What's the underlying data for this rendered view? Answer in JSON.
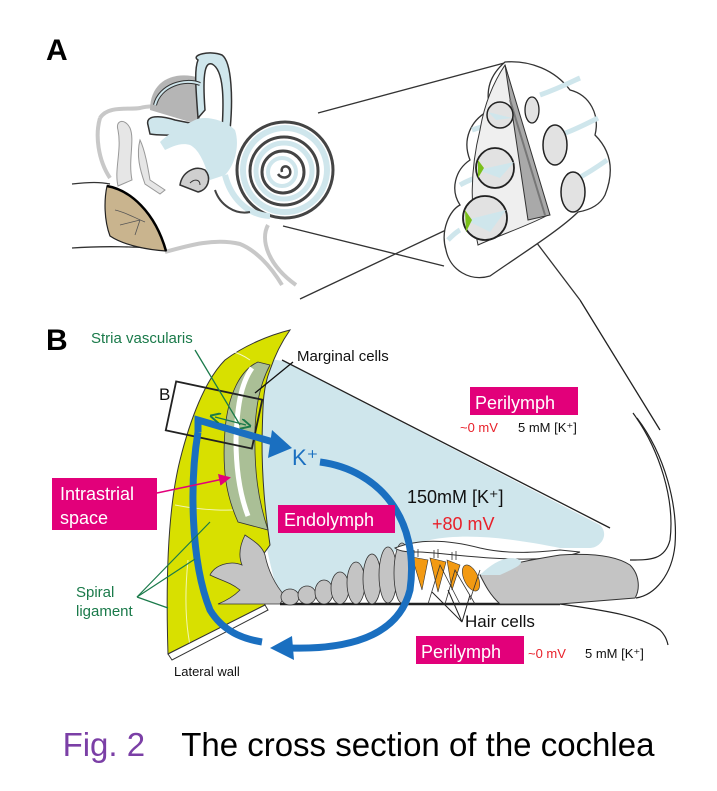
{
  "panels": {
    "a": {
      "label": "A"
    },
    "b": {
      "label": "B"
    }
  },
  "labels": {
    "stria_vascularis": "Stria vascularis",
    "marginal_cells": "Marginal cells",
    "box_b": "B",
    "k_plus": "K⁺",
    "intrastrial_space_line1": "Intrastrial",
    "intrastrial_space_line2": "space",
    "endolymph": "Endolymph",
    "endolymph_concentration": "150mM [K⁺]",
    "endolymph_potential": "+80 mV",
    "spiral_ligament_line1": "Spiral",
    "spiral_ligament_line2": "ligament",
    "lateral_wall": "Lateral wall",
    "hair_cells": "Hair cells",
    "perilymph_upper": "Perilymph",
    "perilymph_upper_potential": "~0 mV",
    "perilymph_upper_concentration": "5 mM [K⁺]",
    "perilymph_lower": "Perilymph",
    "perilymph_lower_potential": "~0 mV",
    "perilymph_lower_concentration": "5 mM [K⁺]"
  },
  "caption": {
    "figure_number": "Fig. 2",
    "title": "The cross section of the cochlea"
  },
  "colors": {
    "magenta_label": "#e2007a",
    "k_flow_blue": "#1a6fc0",
    "spiral_ligament_yellow": "#d8e000",
    "stria_green": "#aabf96",
    "endolymph_fill": "#cfe6ec",
    "tissue_gray": "#c4c4c4",
    "hair_cell_orange": "#f39a12",
    "potential_red": "#e8202a",
    "annotation_green": "#1a7a4a",
    "caption_purple": "#7b3fa6",
    "eardrum_tan": "#c9b48e"
  }
}
